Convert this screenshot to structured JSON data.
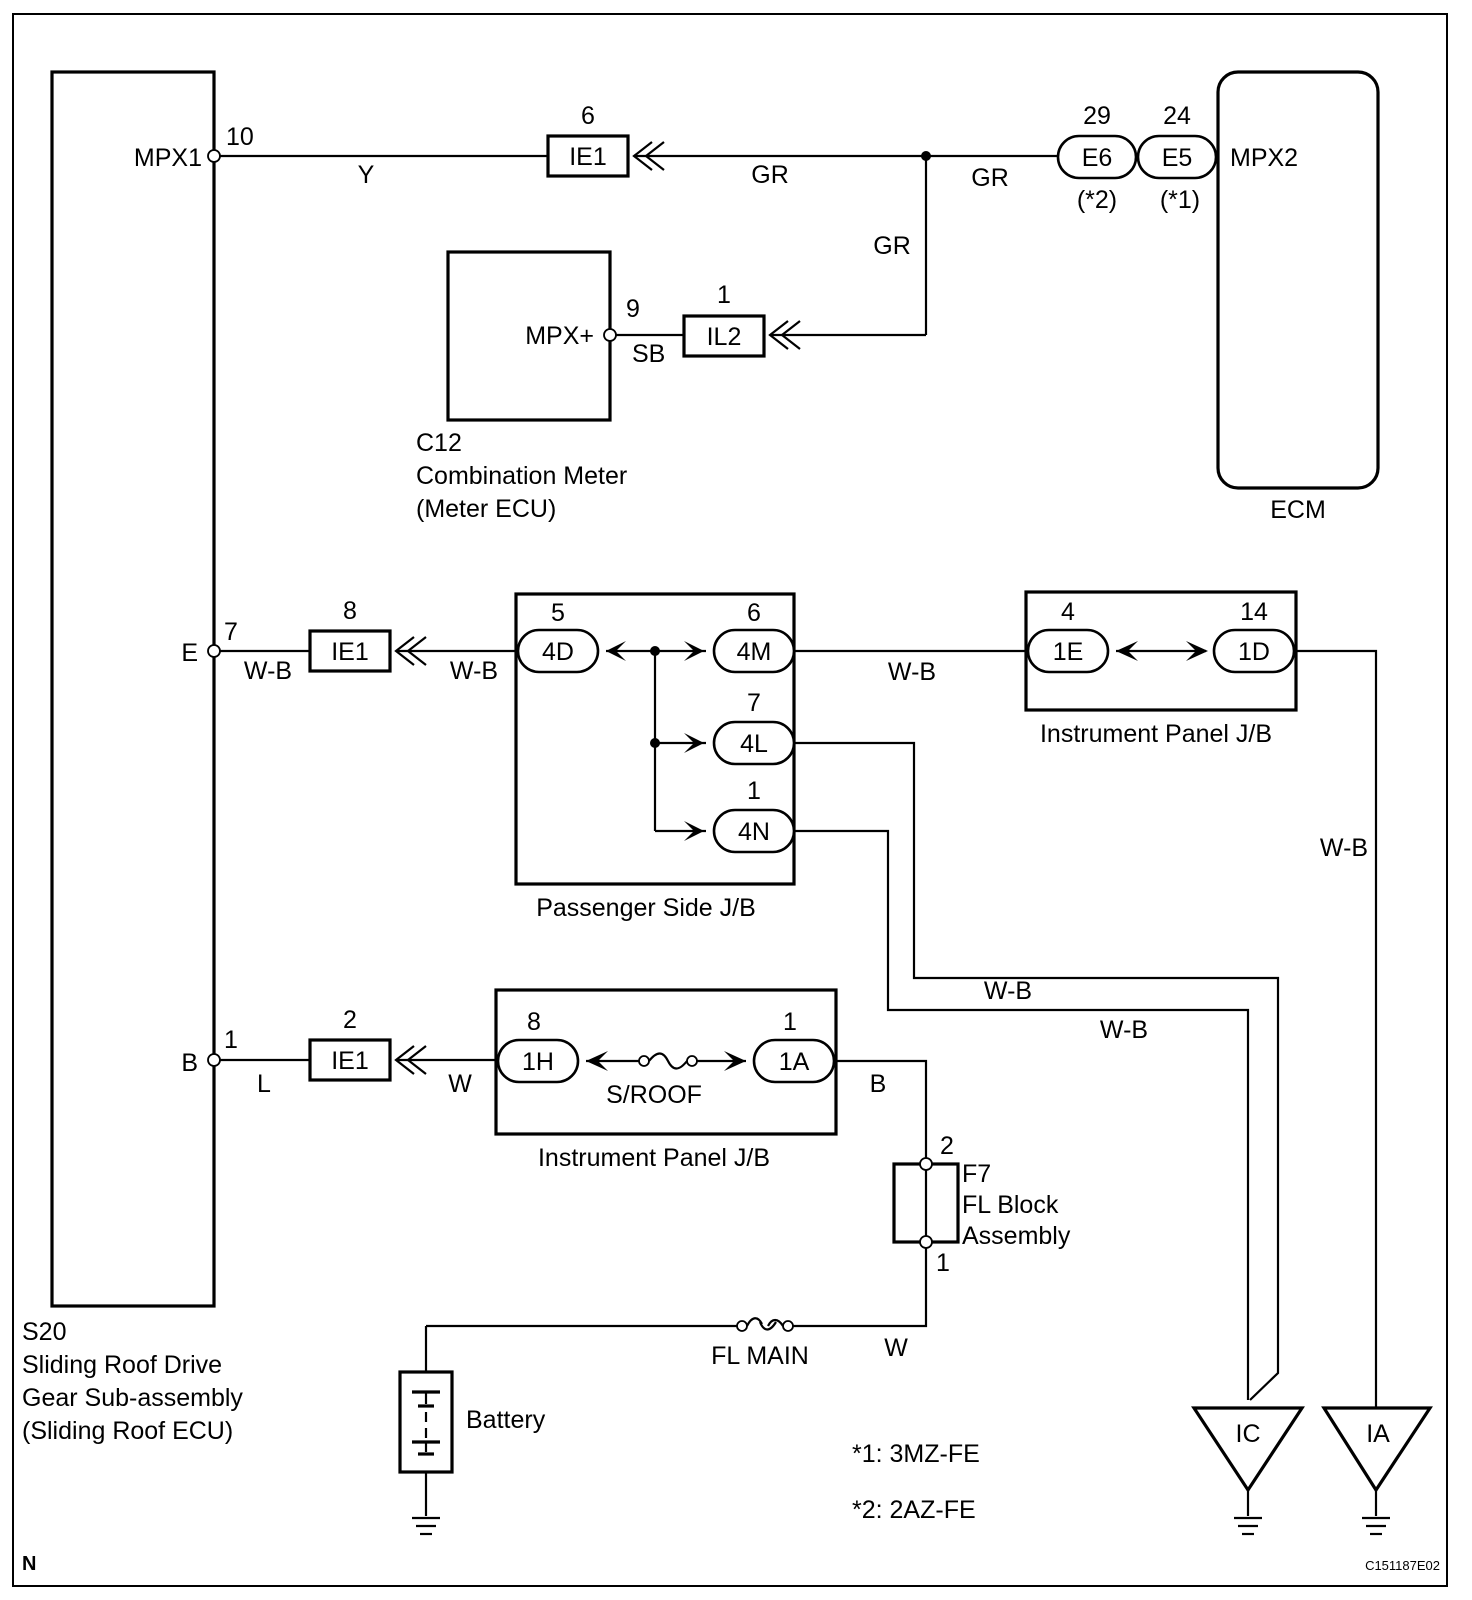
{
  "components": {
    "s20": {
      "id": "S20",
      "name_line1": "Sliding Roof Drive",
      "name_line2": "Gear Sub-assembly",
      "name_line3": "(Sliding Roof ECU)"
    },
    "c12": {
      "id": "C12",
      "name_line1": "Combination Meter",
      "name_line2": "(Meter ECU)",
      "terminal": "MPX+"
    },
    "ecm": {
      "name": "ECM",
      "terminal": "MPX2"
    },
    "passenger_jb": {
      "name": "Passenger Side J/B"
    },
    "ip_jb_upper": {
      "name": "Instrument Panel J/B"
    },
    "ip_jb_lower": {
      "name": "Instrument Panel J/B",
      "fuse": "S/ROOF"
    },
    "f7": {
      "id": "F7",
      "name_line1": "FL Block",
      "name_line2": "Assembly"
    },
    "battery": {
      "name": "Battery"
    },
    "fl_main": {
      "name": "FL MAIN"
    }
  },
  "terminals": {
    "mpx1": "MPX1",
    "e": "E",
    "b": "B"
  },
  "pins": {
    "s20_10": "10",
    "s20_7": "7",
    "s20_1": "1",
    "ie1_top": "6",
    "ie1_mid": "8",
    "ie1_bot": "2",
    "c12_9": "9",
    "il2": "1",
    "e6": "29",
    "e5": "24",
    "pj_4d": "5",
    "pj_4m": "6",
    "pj_4l": "7",
    "pj_4n": "1",
    "ip_1e": "4",
    "ip_1d": "14",
    "ip_1h": "8",
    "ip_1a": "1",
    "f7_top": "2",
    "f7_bot": "1"
  },
  "connectors": {
    "ie1_top": "IE1",
    "ie1_mid": "IE1",
    "ie1_bot": "IE1",
    "il2": "IL2",
    "e6": "E6",
    "e5": "E5",
    "c4d": "4D",
    "c4m": "4M",
    "c4l": "4L",
    "c4n": "4N",
    "c1e": "1E",
    "c1d": "1D",
    "c1h": "1H",
    "c1a": "1A"
  },
  "wires": {
    "y": "Y",
    "gr1": "GR",
    "gr2": "GR",
    "gr3": "GR",
    "sb": "SB",
    "wb1": "W-B",
    "wb2": "W-B",
    "wb3": "W-B",
    "wb4": "W-B",
    "wb5": "W-B",
    "wb6": "W-B",
    "l": "L",
    "w1": "W",
    "b": "B",
    "w2": "W"
  },
  "variants": {
    "e6_note": "(*2)",
    "e5_note": "(*1)"
  },
  "grounds": {
    "ic": "IC",
    "ia": "IA"
  },
  "notes": {
    "n1": "*1: 3MZ-FE",
    "n2": "*2: 2AZ-FE"
  },
  "corner": {
    "left": "N",
    "right": "C151187E02"
  }
}
